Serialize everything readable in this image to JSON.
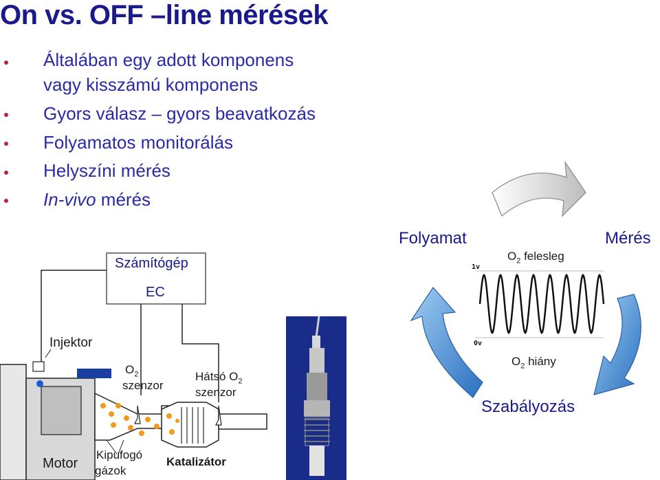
{
  "slide": {
    "title": "On vs. OFF –line mérések",
    "bullets": [
      {
        "line1": "Általában egy adott komponens",
        "line2": "vagy kisszámú komponens"
      },
      {
        "line1": "Gyors válasz – gyors beavatkozás"
      },
      {
        "line1": "Folyamatos monitorálás"
      },
      {
        "line1": "Helyszíni mérés"
      },
      {
        "italic": "In-vivo",
        "rest": " mérés"
      }
    ]
  },
  "engine_diagram": {
    "computer_label": "Számítógép",
    "ec_label": "EC",
    "injector_label": "Injektor",
    "o2_sensor_label": "O",
    "o2_sub": "2",
    "o2_sensor_word": "szenzor",
    "rear_o2_label": "Hátsó O",
    "rear_o2_sub": "2",
    "rear_o2_word": "szenzor",
    "motor_label": "Motor",
    "exhaust_line1": "Kipufogó",
    "exhaust_line2": "gázok",
    "catalyst_label": "Katalizátor"
  },
  "cycle": {
    "process_label": "Folyamat",
    "measurement_label": "Mérés",
    "regulation_label": "Szabályozás",
    "o2_excess_prefix": "O",
    "o2_excess_sub": "2",
    "o2_excess_word": " felesleg",
    "o2_lack_prefix": "O",
    "o2_lack_sub": "2",
    "o2_lack_word": " hiány",
    "v_high": "1v",
    "v_low": "0v",
    "arrow_color": "#3a86cf"
  }
}
